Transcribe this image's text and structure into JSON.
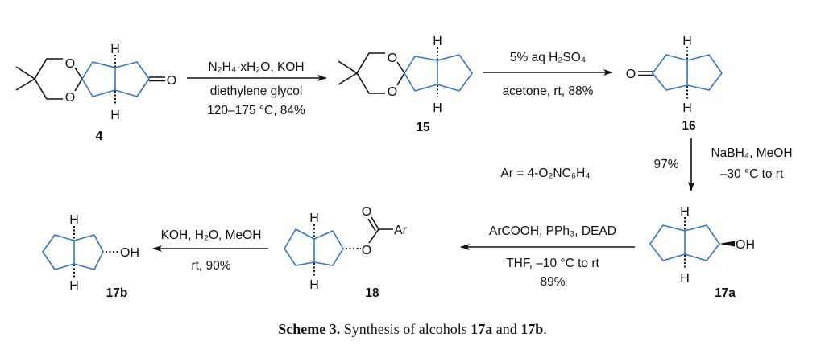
{
  "compounds": {
    "c4": {
      "label": "4",
      "atoms": {
        "o1": "O",
        "o2": "O",
        "o3": "O",
        "h1": "H",
        "h2": "H"
      }
    },
    "c15": {
      "label": "15",
      "atoms": {
        "o1": "O",
        "o2": "O",
        "h1": "H",
        "h2": "H"
      }
    },
    "c16": {
      "label": "16",
      "atoms": {
        "o1": "O",
        "h1": "H",
        "h2": "H"
      }
    },
    "c17a": {
      "label": "17a",
      "atoms": {
        "oh": "OH",
        "h1": "H",
        "h2": "H"
      }
    },
    "c18": {
      "label": "18",
      "atoms": {
        "o1": "O",
        "o2": "O",
        "ar": "Ar",
        "h1": "H",
        "h2": "H"
      }
    },
    "c17b": {
      "label": "17b",
      "atoms": {
        "oh": "OH",
        "h1": "H",
        "h2": "H"
      }
    }
  },
  "steps": [
    {
      "above": "N₂H₄·xH₂O, KOH",
      "below": [
        "diethylene glycol",
        "120–175 °C, 84%"
      ]
    },
    {
      "above": "5% aq H₂SO₄",
      "below": [
        "acetone, rt, 88%"
      ]
    },
    {
      "left": "97%",
      "right": [
        "NaBH₄, MeOH",
        "–30 °C to rt"
      ]
    },
    {
      "above": "ArCOOH, PPh₃, DEAD",
      "below": [
        "THF, –10 °C to rt",
        "89%"
      ]
    },
    {
      "above": "KOH, H₂O, MeOH",
      "below": [
        "rt, 90%"
      ]
    }
  ],
  "ar_definition": "Ar = 4-O₂NC₆H₄",
  "caption": {
    "prefix": "Scheme 3.",
    "text1": " Synthesis of alcohols ",
    "c1": "17a",
    "text2": " and ",
    "c2": "17b",
    "end": "."
  },
  "colors": {
    "scaffold": "#2f78c8",
    "bonds": "#111111"
  }
}
